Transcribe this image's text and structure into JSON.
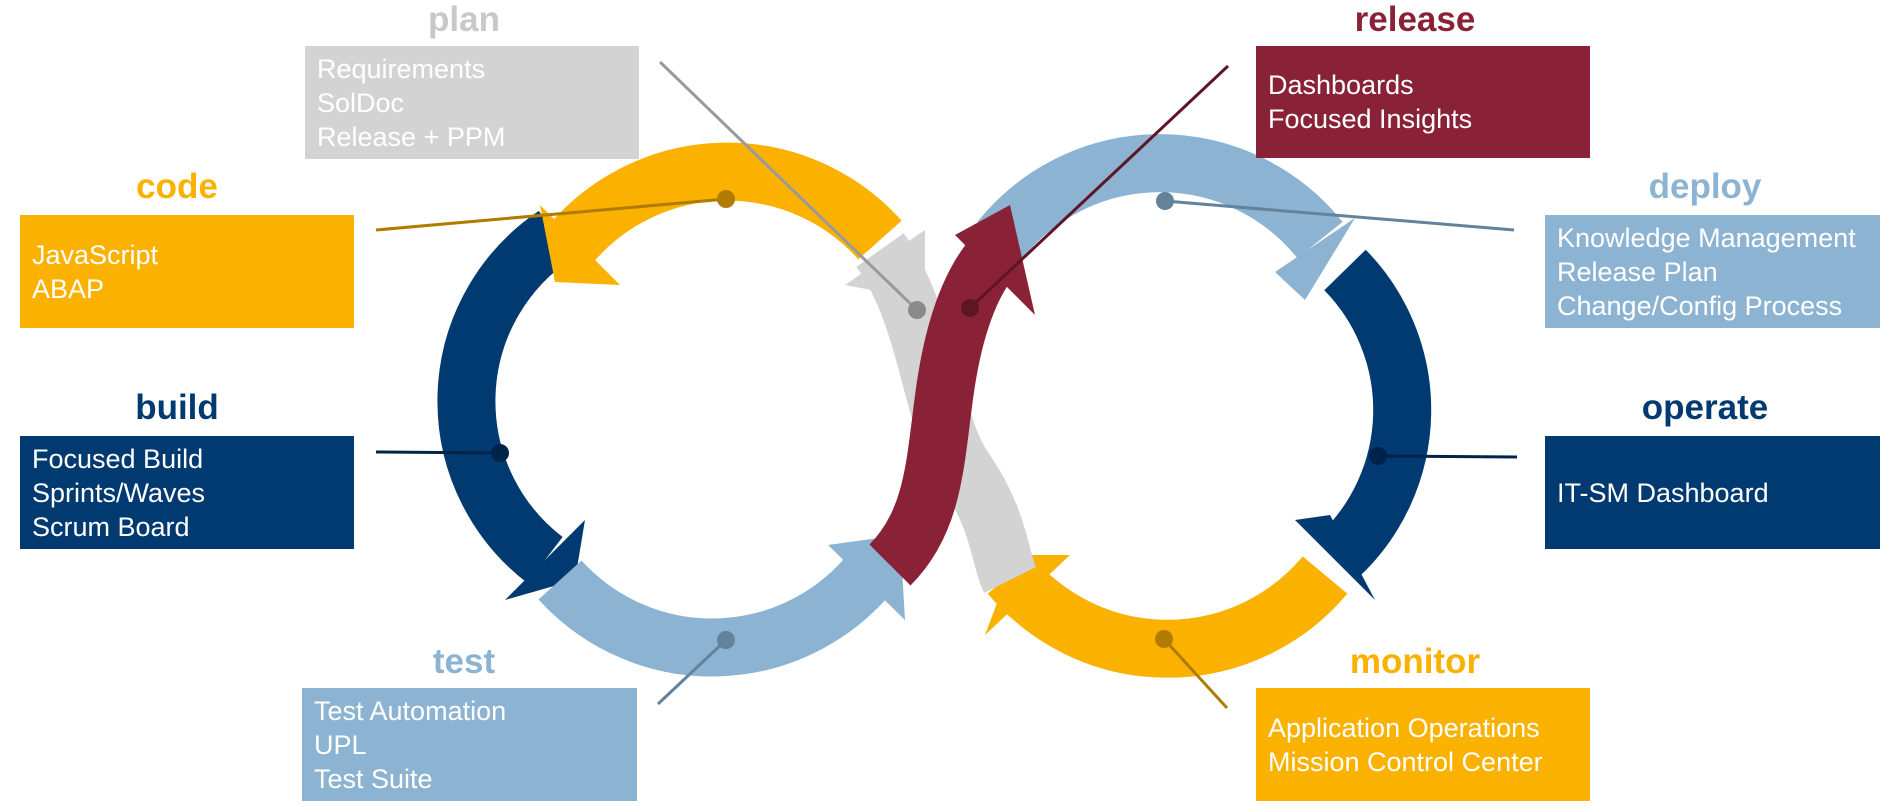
{
  "colors": {
    "plan": "#d3d3d3",
    "release": "#8a2237",
    "code": "#fbb100",
    "deploy": "#8cb3d1",
    "build": "#003a70",
    "operate": "#003a70",
    "test": "#8cb3d1",
    "monitor": "#fbb100"
  },
  "stages": {
    "plan": {
      "title": "plan",
      "items": [
        "Requirements",
        "SolDoc",
        "Release + PPM"
      ]
    },
    "release": {
      "title": "release",
      "items": [
        "Dashboards",
        "Focused Insights"
      ]
    },
    "code": {
      "title": "code",
      "items": [
        "JavaScript",
        "ABAP"
      ]
    },
    "deploy": {
      "title": "deploy",
      "items": [
        "Knowledge Management",
        "Release Plan",
        "Change/Config Process"
      ]
    },
    "build": {
      "title": "build",
      "items": [
        "Focused Build",
        "Sprints/Waves",
        "Scrum Board"
      ]
    },
    "operate": {
      "title": "operate",
      "items": [
        "IT-SM Dashboard"
      ]
    },
    "test": {
      "title": "test",
      "items": [
        "Test Automation",
        "UPL",
        "Test Suite"
      ]
    },
    "monitor": {
      "title": "monitor",
      "items": [
        "Application Operations",
        "Mission Control Center"
      ]
    }
  }
}
